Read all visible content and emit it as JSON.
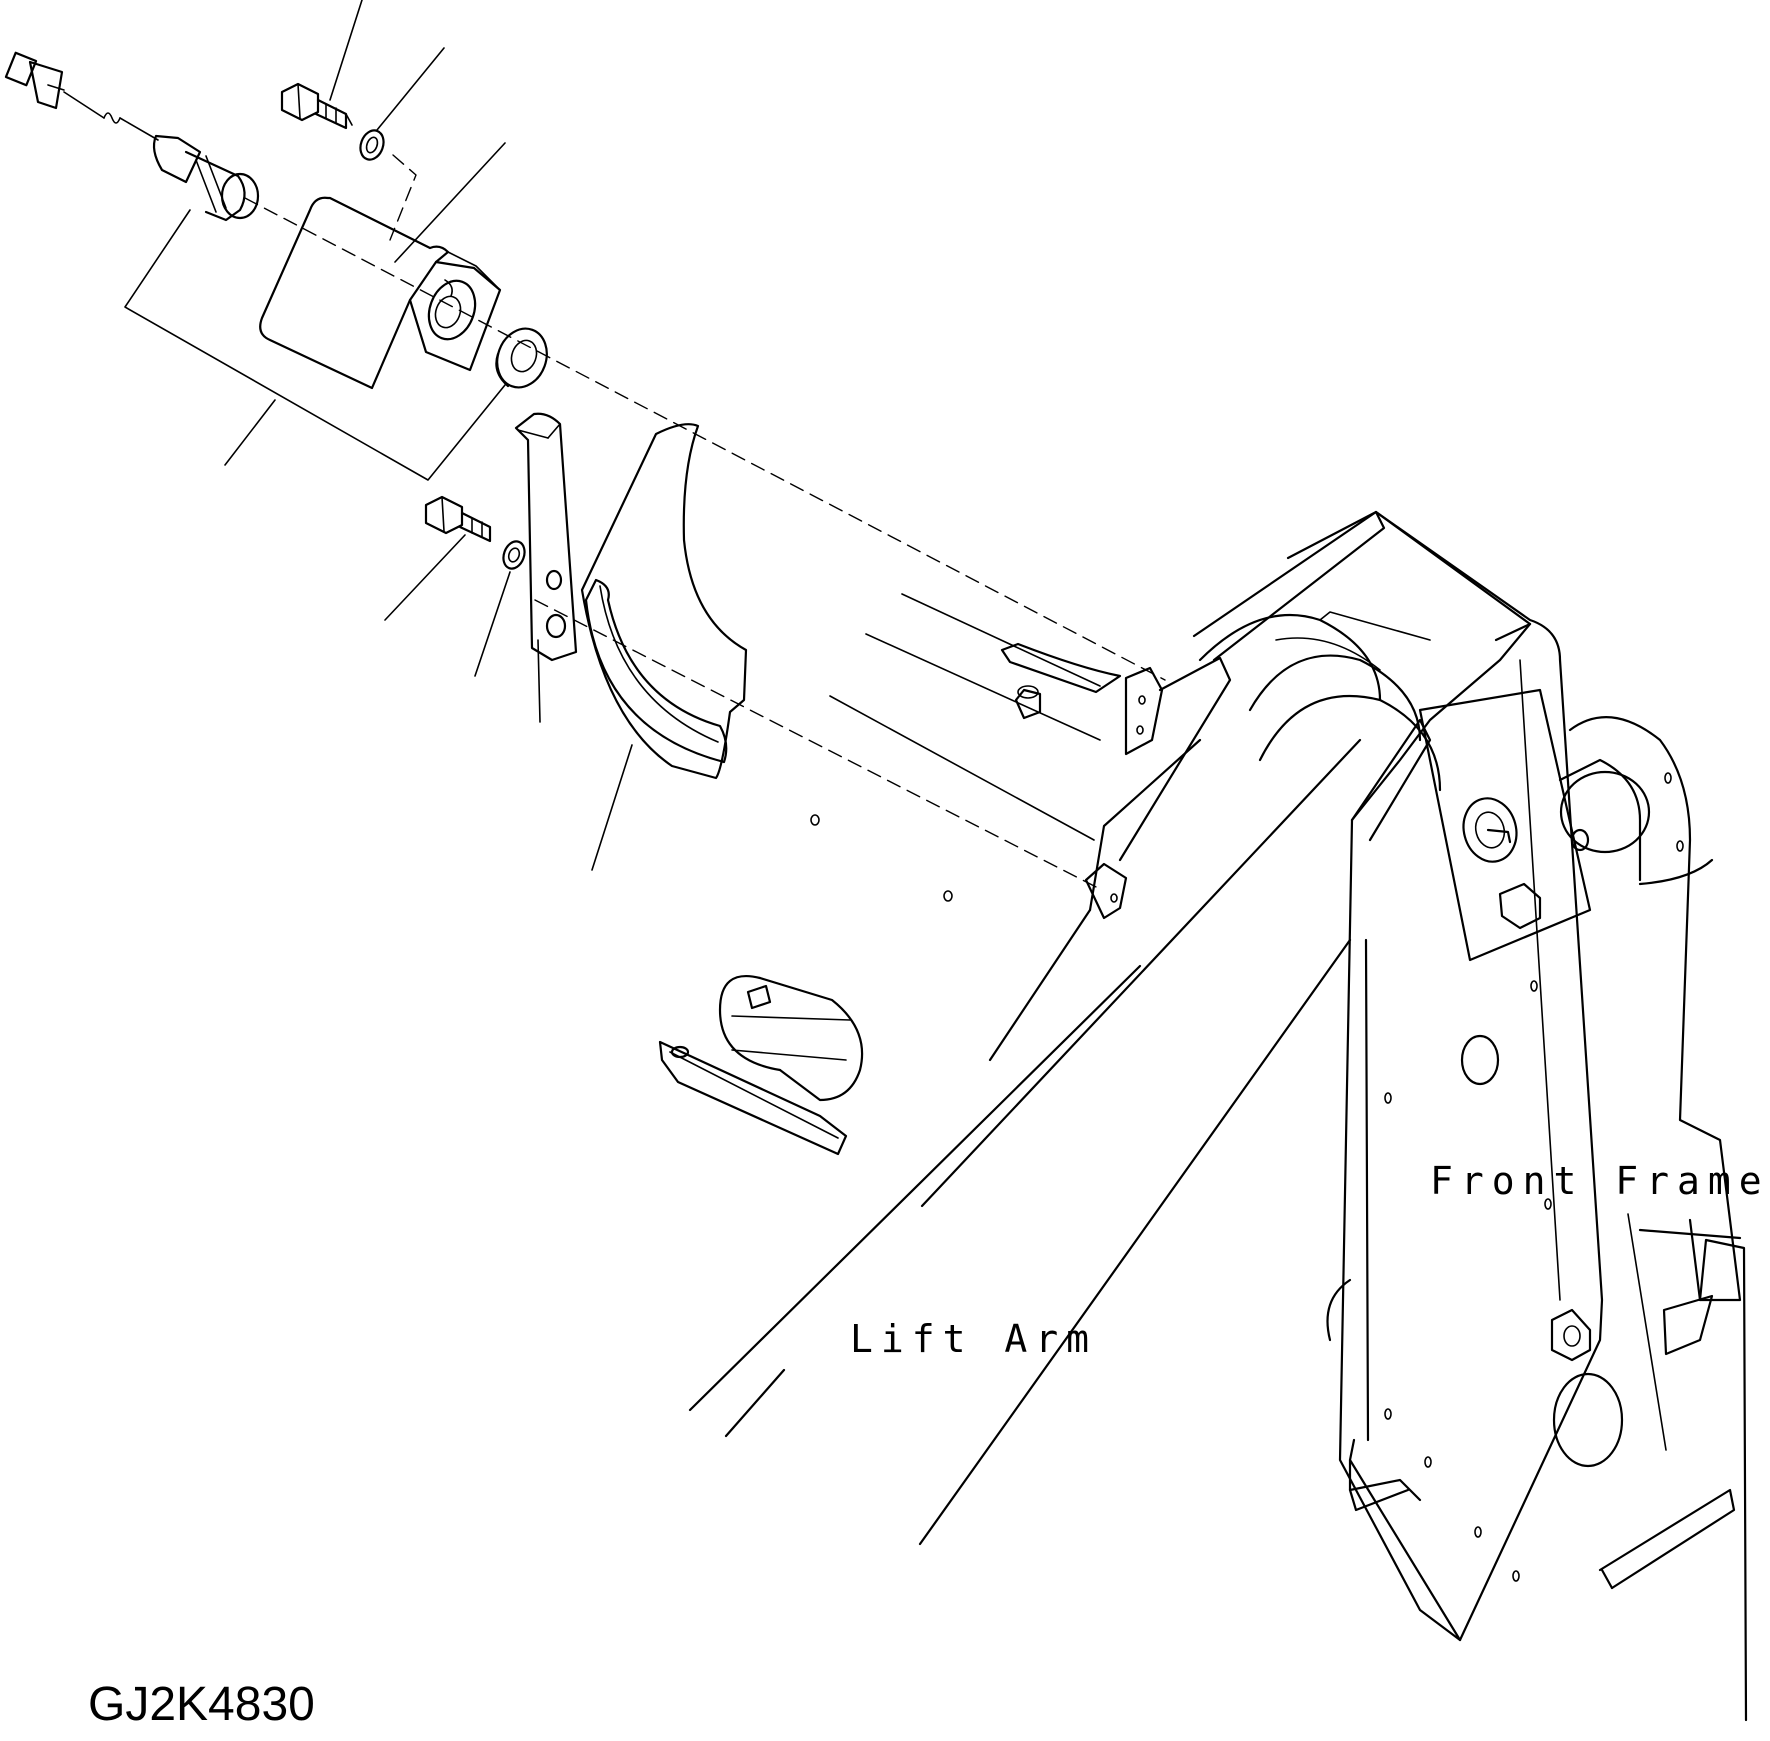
{
  "labels": {
    "front_frame": "Front Frame",
    "lift_arm": "Lift Arm",
    "figure_id": "GJ2K4830"
  }
}
